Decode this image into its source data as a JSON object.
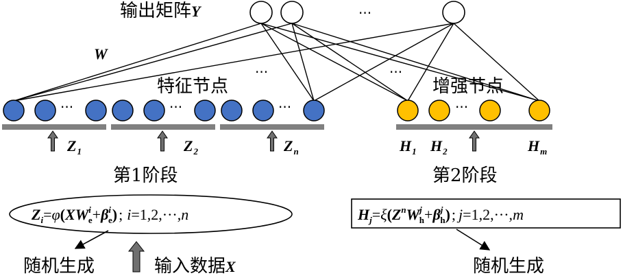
{
  "output": {
    "label_cn": "输出矩阵",
    "label_var": "Y",
    "ellipsis": "···"
  },
  "weights": {
    "label": "W"
  },
  "feature": {
    "title": "特征节点",
    "ellipsis": "···",
    "groups": [
      {
        "label": "Z",
        "sub": "1"
      },
      {
        "label": "Z",
        "sub": "2"
      },
      {
        "label": "Z",
        "sub": "n"
      }
    ]
  },
  "enhance": {
    "title": "增强节点",
    "ellipsis": "···",
    "labels": [
      {
        "label": "H",
        "sub": "1"
      },
      {
        "label": "H",
        "sub": "2"
      },
      {
        "label": "H",
        "sub": "m"
      }
    ]
  },
  "stage1": {
    "label": "第1阶段"
  },
  "stage2": {
    "label": "第2阶段"
  },
  "formula1": {
    "lhs": "Z",
    "lhs_sub": "i",
    "eq": "=",
    "phi": "φ",
    "lparen": "(",
    "X": "X",
    "W": "W",
    "W_sup": "i",
    "W_sub": "e",
    "plus": "+",
    "beta": "β",
    "beta_sup": "i",
    "beta_sub": "e",
    "rparen": ")",
    "tail_sep": ";",
    "tail_var": "i",
    "tail_rest": "=1,2,···,",
    "tail_end": "n"
  },
  "formula2": {
    "lhs": "H",
    "lhs_sub": "j",
    "eq": "=",
    "xi": "ξ",
    "lparen": "(",
    "Z": "Z",
    "Z_sup": "n",
    "W": "W",
    "W_sup": "j",
    "W_sub": "h",
    "plus": "+",
    "beta": "β",
    "beta_sup": "j",
    "beta_sub": "h",
    "rparen": ")",
    "tail_sep": ";",
    "tail_var": "j",
    "tail_rest": "=1,2,···,",
    "tail_end": "m"
  },
  "random1": {
    "label": "随机生成"
  },
  "random2": {
    "label": "随机生成"
  },
  "input": {
    "label_cn": "输入数据",
    "label_var": "X"
  },
  "colors": {
    "feature_node": "#4472c4",
    "enhance_node": "#ffc000",
    "bar": "#808080",
    "arrow": "#707070"
  }
}
